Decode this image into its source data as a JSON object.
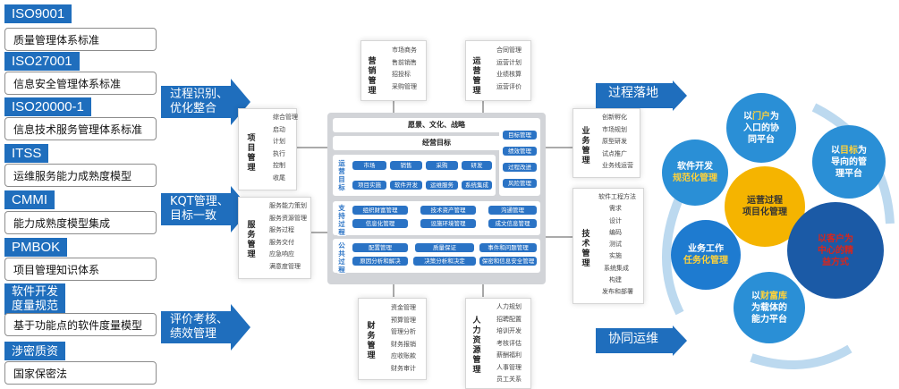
{
  "standards": [
    {
      "tag": "ISO9001",
      "desc": "质量管理体系标准"
    },
    {
      "tag": "ISO27001",
      "desc": "信息安全管理体系标准"
    },
    {
      "tag": "ISO20000-1",
      "desc": "信息技术服务管理体系标准"
    },
    {
      "tag": "ITSS",
      "desc": "运维服务能力成熟度模型"
    },
    {
      "tag": "CMMI",
      "desc": "能力成熟度模型集成"
    },
    {
      "tag": "PMBOK",
      "desc": "项目管理知识体系"
    },
    {
      "tag_line1": "软件开发",
      "tag_line2": "度量规范",
      "desc": "基于功能点的软件度量模型"
    },
    {
      "tag": "涉密质资",
      "desc": "国家保密法"
    }
  ],
  "callouts": {
    "c1": [
      "过程识别、",
      "优化整合"
    ],
    "c2": [
      "KQT管理、",
      "目标一致"
    ],
    "c3": [
      "评价考核、",
      "绩效管理"
    ]
  },
  "modules": {
    "marketing": {
      "title": "营销管理",
      "items": [
        "市场商务",
        "售前销售",
        "招投标",
        "采购管理"
      ]
    },
    "operation": {
      "title": "运营管理",
      "items": [
        "合同管理",
        "运营计划",
        "业绩核算",
        "运营评价"
      ]
    },
    "project": {
      "title": "项目管理",
      "items": [
        "综合管理",
        "启动",
        "计划",
        "执行",
        "控制",
        "收尾"
      ]
    },
    "service": {
      "title": "服务管理",
      "items": [
        "服务能力策划",
        "服务资源管理",
        "服务过程",
        "服务交付",
        "应急响应",
        "满意度管理"
      ]
    },
    "business": {
      "title": "业务管理",
      "items": [
        "创新孵化",
        "市场规划",
        "原型研发",
        "试点推广",
        "业务线运营"
      ]
    },
    "tech": {
      "title": "技术管理",
      "items": [
        "软件工程方法",
        "需求",
        "设计",
        "编码",
        "测试",
        "实施",
        "系统集成",
        "构建",
        "发布和部署"
      ]
    },
    "finance": {
      "title": "财务管理",
      "items": [
        "资金管理",
        "预算管理",
        "管理分析",
        "财务报销",
        "应收账款",
        "财务审计"
      ]
    },
    "hr": {
      "title": "人力资源管理",
      "items": [
        "人力规划",
        "招聘配置",
        "培训开发",
        "考核评估",
        "薪酬福利",
        "人事管理",
        "员工关系"
      ]
    }
  },
  "core": {
    "vision": "愿景、文化、战略",
    "goal": "经营目标",
    "ops_label": "运营目标",
    "ops_row1": [
      "市场",
      "销售",
      "采购",
      "研发"
    ],
    "ops_row2": [
      "项目实施",
      "软件开发",
      "运维服务",
      "系统集成"
    ],
    "right": [
      "目标管理",
      "绩效管理",
      "过程改进",
      "风险管理"
    ],
    "support_label": "支持过程",
    "support_row1": [
      "组织财富管理",
      "技术资产管理",
      "沟通管理"
    ],
    "support_row2": [
      "信息化管理",
      "设施环境管理",
      "成文信息管理"
    ],
    "public_label": "公共过程",
    "public_row1": [
      "配置管理",
      "质量保证",
      "事件和问题管理"
    ],
    "public_row2": [
      "原因分析和解决",
      "决策分析和决定",
      "保密和信息安全管理"
    ]
  },
  "banners": {
    "top": "过程落地",
    "bottom": "协同运维"
  },
  "gears": {
    "g1": [
      "以",
      "门户",
      "为",
      "入口的协",
      "同平台"
    ],
    "g2": [
      "以",
      "目标",
      "为",
      "导向的管",
      "理平台"
    ],
    "g3": [
      "软件开发",
      "规范化管理"
    ],
    "g4": [
      "运营过程",
      "项目化管理"
    ],
    "g5": [
      "业务工作",
      "任务化管理"
    ],
    "g6": [
      "以",
      "客户为",
      "中心的精",
      "益方式"
    ],
    "g7": [
      "以",
      "财富库",
      "为载体的",
      "能力平台"
    ]
  }
}
